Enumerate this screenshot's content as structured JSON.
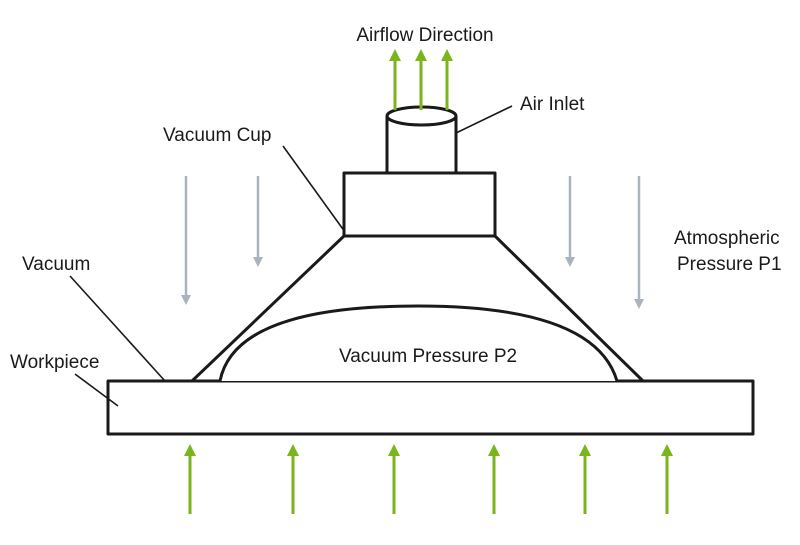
{
  "labels": {
    "airflow_direction": "Airflow Direction",
    "air_inlet": "Air Inlet",
    "vacuum_cup": "Vacuum Cup",
    "vacuum": "Vacuum",
    "atmospheric_line1": "Atmospheric",
    "atmospheric_line2": "Pressure P1",
    "workpiece": "Workpiece",
    "vacuum_pressure": "Vacuum Pressure P2"
  },
  "colors": {
    "airflow_arrow": "#7ab51d",
    "atmospheric_arrow": "#a9b4be",
    "outline": "#1a1a1a"
  }
}
